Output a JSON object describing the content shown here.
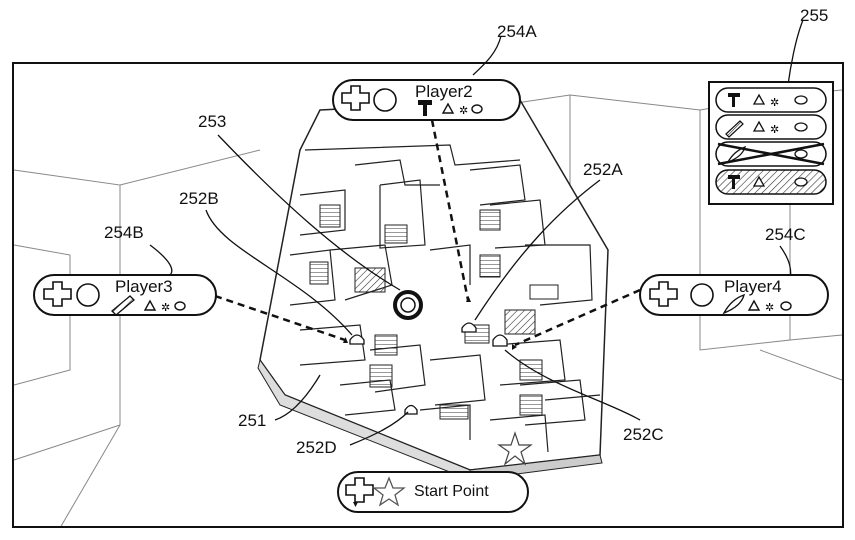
{
  "callouts": {
    "c254A": "254A",
    "c255": "255",
    "c253": "253",
    "c252A": "252A",
    "c252B": "252B",
    "c254B": "254B",
    "c254C": "254C",
    "c251": "251",
    "c252D": "252D",
    "c252C": "252C"
  },
  "players": {
    "p2": {
      "name": "Player2",
      "item": "hammer"
    },
    "p3": {
      "name": "Player3",
      "item": "ruler"
    },
    "p4": {
      "name": "Player4",
      "item": "feather"
    }
  },
  "start": {
    "label": "Start Point"
  },
  "item_panel": {
    "rows": [
      {
        "item": "hammer",
        "state": "normal"
      },
      {
        "item": "ruler",
        "state": "normal"
      },
      {
        "item": "feather",
        "state": "crossed-out"
      },
      {
        "item": "hammer",
        "state": "hatched"
      }
    ]
  },
  "icons": [
    "dpad-icon",
    "controller-icon",
    "triangle-icon",
    "star-gear-icon",
    "oval-icon",
    "hammer-icon",
    "ruler-icon",
    "feather-icon",
    "star-icon",
    "ring-marker-icon"
  ]
}
